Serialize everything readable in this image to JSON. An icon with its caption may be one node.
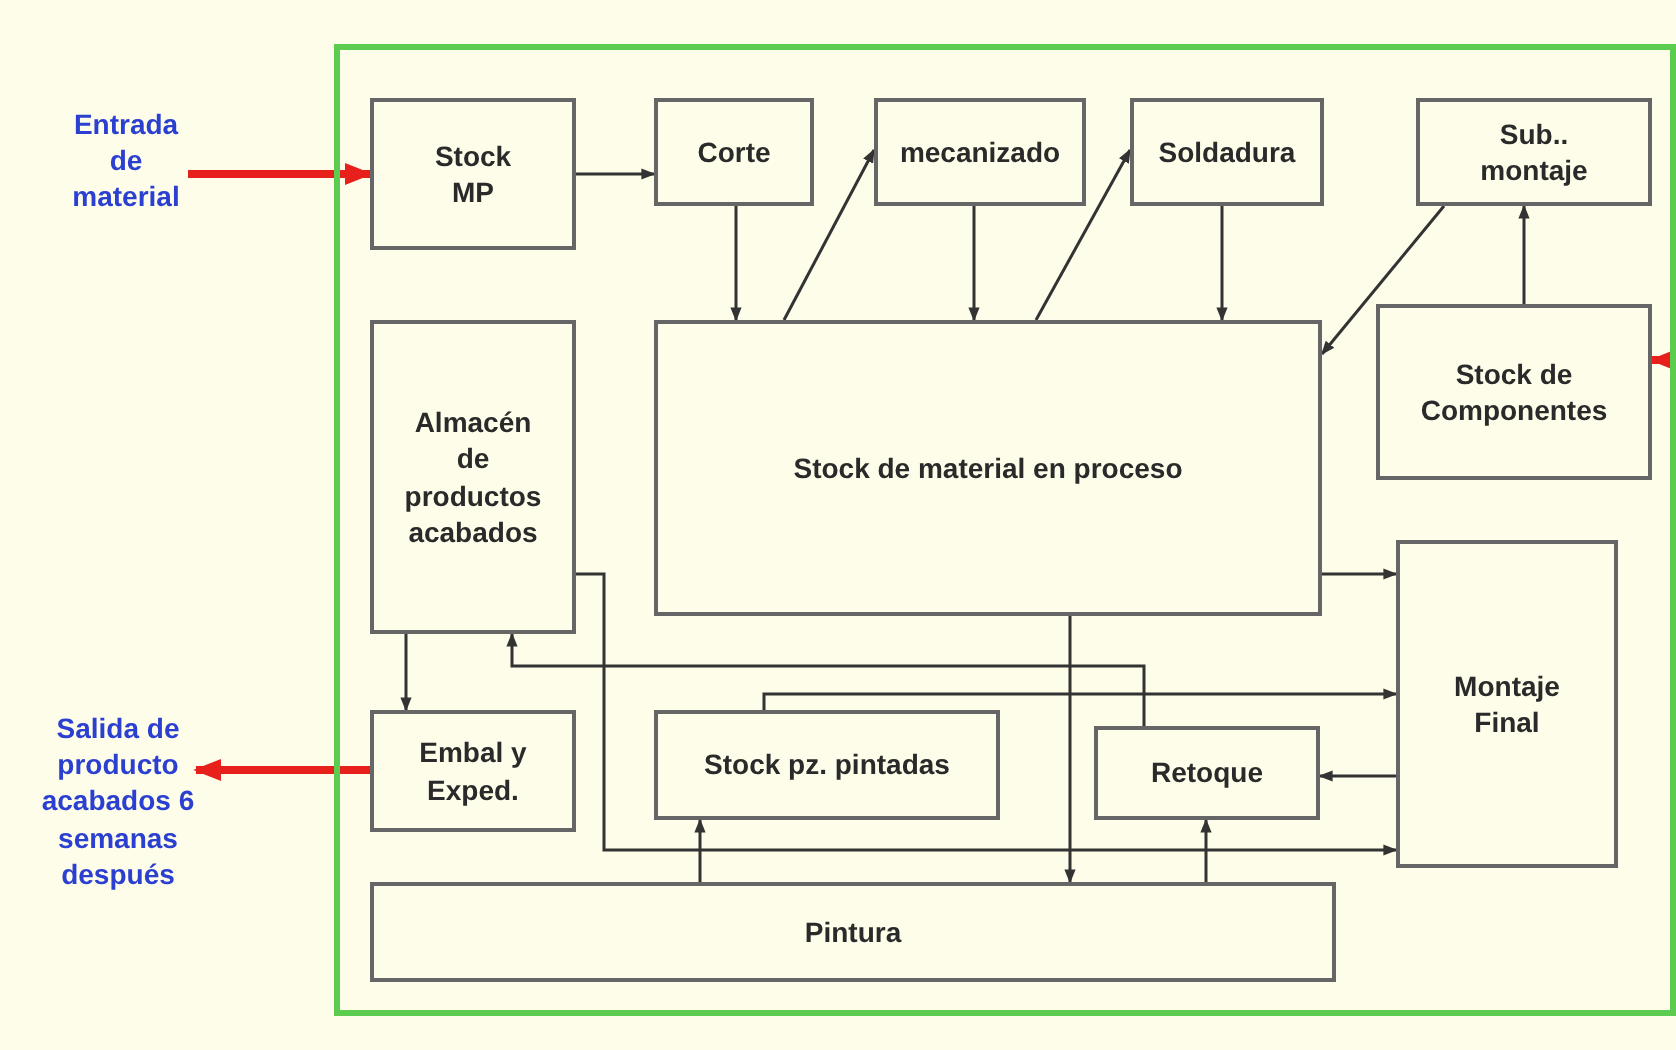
{
  "diagram": {
    "nodes": [
      {
        "text": [],
        "shape": "box"
      },
      {
        "text": [
          "Entrada de material"
        ]
      },
      {
        "text": [
          "Stock MP"
        ],
        "in": 0
      },
      {
        "text": [
          "Corte"
        ],
        "in": 0
      },
      {
        "text": [
          "mecanizado"
        ],
        "in": 0
      },
      {
        "text": [
          "Soldadura"
        ],
        "in": 0
      },
      {
        "text": [
          "Sub.. montaje"
        ],
        "in": 0
      },
      {
        "text": [
          "Almacén de productos acabados"
        ],
        "in": 0
      },
      {
        "text": [
          "Stock de material en proceso"
        ],
        "in": 0
      },
      {
        "text": [
          "Stock de Componentes"
        ],
        "in": 0
      },
      {
        "text": [
          "Montaje Final"
        ],
        "in": 0
      },
      {
        "text": [
          "Embal y Exped."
        ],
        "in": 0
      },
      {
        "text": [
          "Stock pz. pintadas"
        ],
        "in": 0
      },
      {
        "text": [
          "Retoque"
        ],
        "in": 0
      },
      {
        "text": [
          "Pintura"
        ],
        "in": 0
      },
      {
        "text": [
          "Salida de producto acabados 6 semanas después"
        ]
      }
    ],
    "edges": [
      {
        "from": 1,
        "to": 2,
        "arrow": "to",
        "style": "thick",
        "color": "#e8201c"
      },
      {
        "from": 2,
        "to": 3,
        "arrow": "to"
      },
      {
        "from": 3,
        "to": 8,
        "arrow": "to"
      },
      {
        "from": 8,
        "to": 4,
        "arrow": "to"
      },
      {
        "from": 4,
        "to": 8,
        "arrow": "to"
      },
      {
        "from": 8,
        "to": 5,
        "arrow": "to"
      },
      {
        "from": 5,
        "to": 8,
        "arrow": "to"
      },
      {
        "from": 6,
        "to": 8,
        "arrow": "to"
      },
      {
        "from": 9,
        "to": 6,
        "arrow": "to"
      },
      {
        "from": 8,
        "to": 10,
        "arrow": "to"
      },
      {
        "from": 8,
        "to": 14,
        "arrow": "to"
      },
      {
        "from": 7,
        "to": 11,
        "arrow": "to"
      },
      {
        "from": 13,
        "to": 7,
        "arrow": "to"
      },
      {
        "from": 12,
        "to": 10,
        "arrow": "to"
      },
      {
        "from": 10,
        "to": 13,
        "arrow": "to"
      },
      {
        "from": 7,
        "to": 10,
        "arrow": "to"
      },
      {
        "from": 14,
        "to": 12,
        "arrow": "to"
      },
      {
        "from": 14,
        "to": 13,
        "arrow": "to"
      },
      {
        "from": 11,
        "to": 15,
        "arrow": "to",
        "style": "thick",
        "color": "#e8201c"
      },
      {
        "from": null,
        "to": 9,
        "arrow": "to",
        "style": "thick",
        "color": "#e8201c"
      }
    ]
  }
}
